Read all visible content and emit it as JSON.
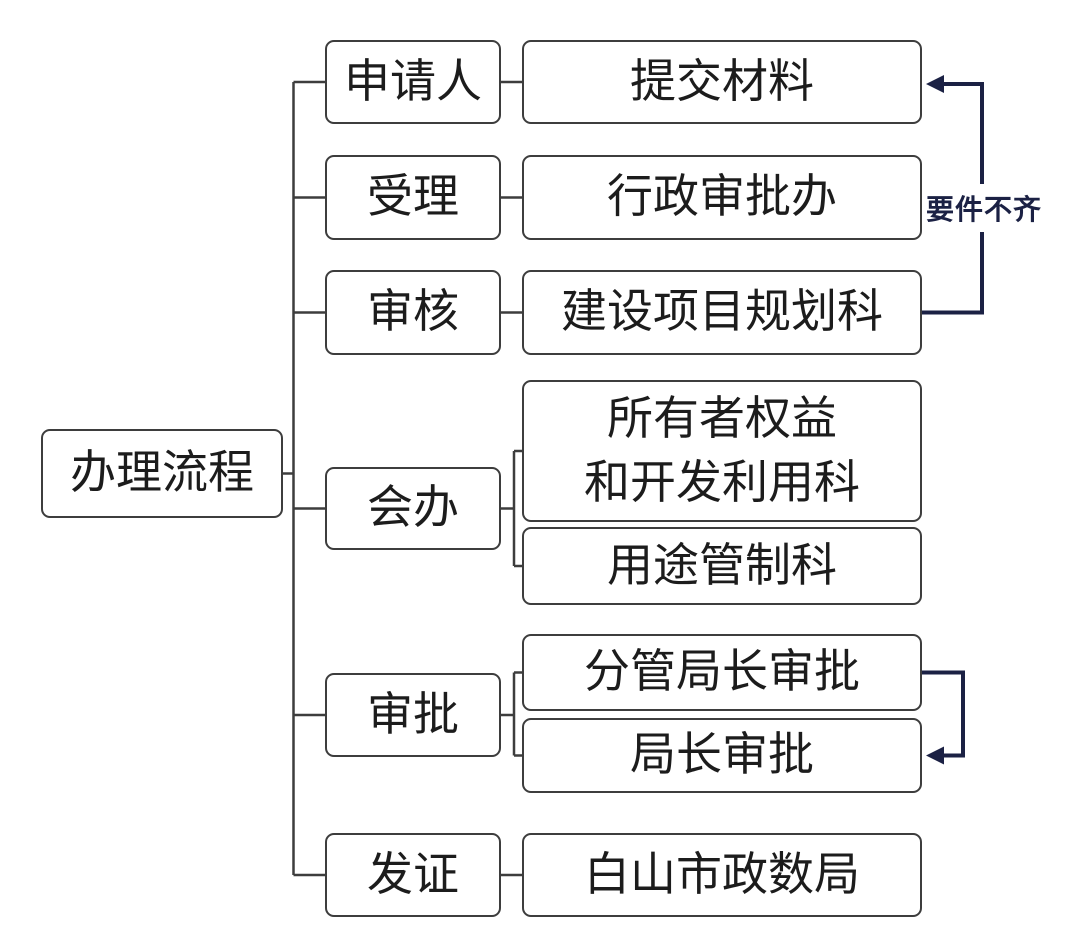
{
  "diagram": {
    "root": {
      "label": "办理流程"
    },
    "stages": [
      {
        "label": "申请人",
        "children": [
          "提交材料"
        ]
      },
      {
        "label": "受理",
        "children": [
          "行政审批办"
        ]
      },
      {
        "label": "审核",
        "children": [
          "建设项目规划科"
        ]
      },
      {
        "label": "会办",
        "children": [
          "所有者权益\n和开发利用科",
          "用途管制科"
        ]
      },
      {
        "label": "审批",
        "children": [
          "分管局长审批",
          "局长审批"
        ]
      },
      {
        "label": "发证",
        "children": [
          "白山市政数局"
        ]
      }
    ],
    "feedback_arrows": [
      {
        "from": "建设项目规划科",
        "to": "提交材料",
        "label": "要件不齐"
      },
      {
        "from": "分管局长审批",
        "to": "局长审批",
        "label": ""
      }
    ]
  },
  "colors": {
    "background": "#ffffff",
    "box_border": "#3d3d3d",
    "connector": "#3d3d3d",
    "arrow": "#1b2144",
    "text": "#1c1c1c",
    "annotation_text": "#1b2144"
  }
}
